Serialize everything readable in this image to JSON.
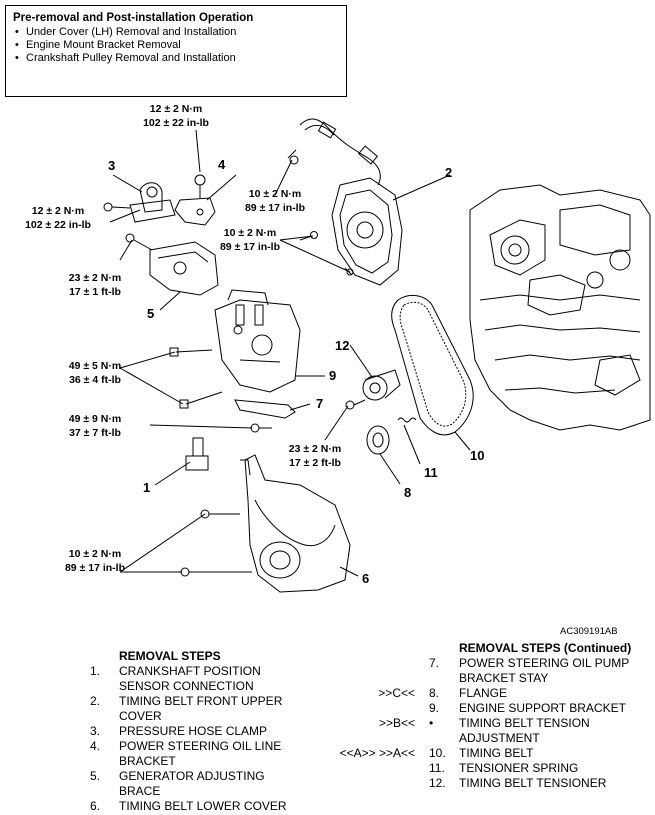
{
  "preop": {
    "title": "Pre-removal and Post-installation Operation",
    "items": [
      "Under Cover (LH) Removal and Installation",
      "Engine Mount Bracket Removal",
      "Crankshaft Pulley Removal and Installation"
    ]
  },
  "torques": {
    "t_top_nm": "12 ± 2 N·m",
    "t_top_inlb": "102 ± 22 in-lb",
    "t_left_nm": "12 ± 2 N·m",
    "t_left_inlb": "102 ± 22 in-lb",
    "t_a_nm": "10 ± 2 N·m",
    "t_a_inlb": "89 ± 17 in-lb",
    "t_b_nm": "10 ± 2 N·m",
    "t_b_inlb": "89 ± 17 in-lb",
    "t_c_nm": "23 ± 2 N·m",
    "t_c_ftlb": "17 ± 1 ft-lb",
    "t_d_nm": "49 ± 5 N·m",
    "t_d_ftlb": "36 ± 4 ft-lb",
    "t_e_nm": "49 ± 9 N·m",
    "t_e_ftlb": "37 ± 7 ft-lb",
    "t_f_nm": "23 ± 2 N·m",
    "t_f_ftlb": "17 ± 2 ft-lb",
    "t_g_nm": "10 ± 2 N·m",
    "t_g_inlb": "89 ± 17 in-lb"
  },
  "callouts": [
    "1",
    "2",
    "3",
    "4",
    "5",
    "6",
    "7",
    "8",
    "9",
    "10",
    "11",
    "12"
  ],
  "figure_code": "AC309191AB",
  "steps_left": {
    "header": "REMOVAL STEPS",
    "rows": [
      {
        "n": "1.",
        "t": "CRANKSHAFT POSITION"
      },
      {
        "n": "",
        "t": "SENSOR CONNECTION"
      },
      {
        "n": "2.",
        "t": "TIMING BELT FRONT UPPER"
      },
      {
        "n": "",
        "t": "COVER"
      },
      {
        "n": "3.",
        "t": "PRESSURE HOSE CLAMP"
      },
      {
        "n": "4.",
        "t": "POWER STEERING OIL LINE"
      },
      {
        "n": "",
        "t": "BRACKET"
      },
      {
        "n": "5.",
        "t": "GENERATOR ADJUSTING"
      },
      {
        "n": "",
        "t": "BRACE"
      },
      {
        "n": "6.",
        "t": "TIMING BELT LOWER COVER"
      }
    ]
  },
  "steps_right": {
    "header": "REMOVAL STEPS (Continued)",
    "rows": [
      {
        "m": "",
        "n": "7.",
        "t": "POWER STEERING OIL PUMP"
      },
      {
        "m": "",
        "n": "",
        "t": "BRACKET STAY"
      },
      {
        "m": ">>C<<",
        "n": "8.",
        "t": "FLANGE"
      },
      {
        "m": "",
        "n": "9.",
        "t": "ENGINE SUPPORT BRACKET"
      },
      {
        "m": ">>B<<",
        "n": "•",
        "t": "TIMING BELT TENSION"
      },
      {
        "m": "",
        "n": "",
        "t": "ADJUSTMENT"
      },
      {
        "m": "<<A>>    >>A<<",
        "n": "10.",
        "t": "TIMING BELT"
      },
      {
        "m": "",
        "n": "11.",
        "t": "TENSIONER SPRING"
      },
      {
        "m": "",
        "n": "12.",
        "t": "TIMING BELT TENSIONER"
      }
    ]
  }
}
